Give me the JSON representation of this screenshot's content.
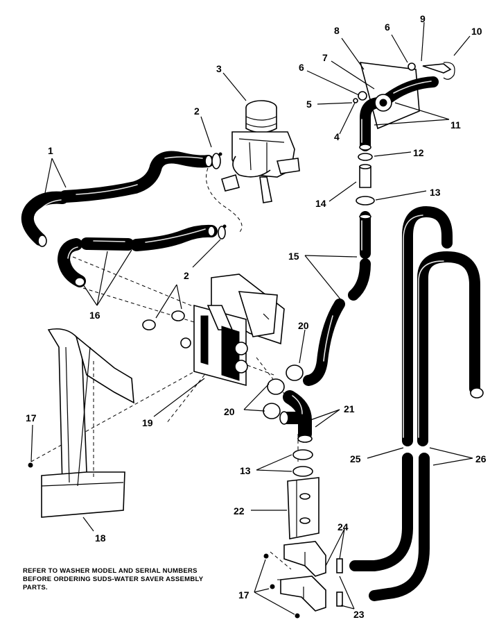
{
  "diagram": {
    "callouts": [
      {
        "id": "c1",
        "text": "1"
      },
      {
        "id": "c2a",
        "text": "2"
      },
      {
        "id": "c2b",
        "text": "2"
      },
      {
        "id": "c3",
        "text": "3"
      },
      {
        "id": "c4",
        "text": "4"
      },
      {
        "id": "c5",
        "text": "5"
      },
      {
        "id": "c6a",
        "text": "6"
      },
      {
        "id": "c6b",
        "text": "6"
      },
      {
        "id": "c7",
        "text": "7"
      },
      {
        "id": "c8",
        "text": "8"
      },
      {
        "id": "c9",
        "text": "9"
      },
      {
        "id": "c10",
        "text": "10"
      },
      {
        "id": "c11",
        "text": "11"
      },
      {
        "id": "c12",
        "text": "12"
      },
      {
        "id": "c13a",
        "text": "13"
      },
      {
        "id": "c13b",
        "text": "13"
      },
      {
        "id": "c14",
        "text": "14"
      },
      {
        "id": "c15",
        "text": "15"
      },
      {
        "id": "c16",
        "text": "16"
      },
      {
        "id": "c17a",
        "text": "17"
      },
      {
        "id": "c17b",
        "text": "17"
      },
      {
        "id": "c18",
        "text": "18"
      },
      {
        "id": "c19",
        "text": "19"
      },
      {
        "id": "c20a",
        "text": "20"
      },
      {
        "id": "c20b",
        "text": "20"
      },
      {
        "id": "c21",
        "text": "21"
      },
      {
        "id": "c22",
        "text": "22"
      },
      {
        "id": "c23",
        "text": "23"
      },
      {
        "id": "c24",
        "text": "24"
      },
      {
        "id": "c25",
        "text": "25"
      },
      {
        "id": "c26",
        "text": "26"
      }
    ],
    "note": "REFER TO WASHER MODEL AND SERIAL NUMBERS BEFORE ORDERING SUDS-WATER SAVER ASSEMBLY PARTS."
  }
}
